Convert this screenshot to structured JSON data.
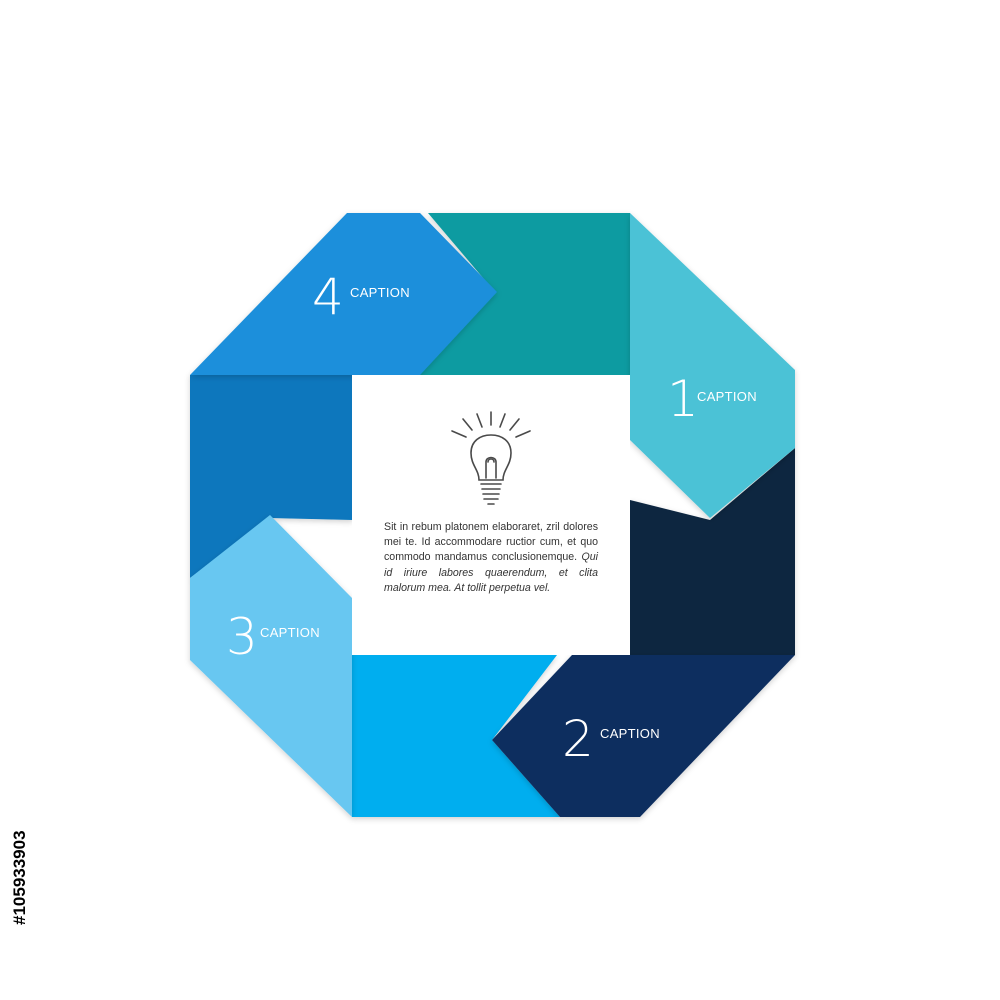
{
  "diagram": {
    "colors": {
      "top_band": "#0f9ba1",
      "right_band": "#0a2640",
      "bottom_band": "#00aeef",
      "left_band": "#0777bd",
      "step1": "#4bc2d6",
      "step2": "#0b2d5e",
      "step3": "#67c7f1",
      "step4": "#1a8fdb",
      "center": "#ffffff",
      "lightbulb": "#4a4a4a"
    },
    "steps": [
      {
        "number": "1",
        "caption": "CAPTION"
      },
      {
        "number": "2",
        "caption": "CAPTION"
      },
      {
        "number": "3",
        "caption": "CAPTION"
      },
      {
        "number": "4",
        "caption": "CAPTION"
      }
    ],
    "center_icon": "lightbulb-icon",
    "center_text": {
      "plain": "Sit in rebum platonem elaboraret, zril dolores mei te. Id accommodare ructior cum, et quo commodo mandamus conclusionemque.",
      "italic": "Qui id iriure labores quaerendum, et clita malorum mea. At tollit perpetua vel."
    }
  },
  "stock_id": "#105933903"
}
